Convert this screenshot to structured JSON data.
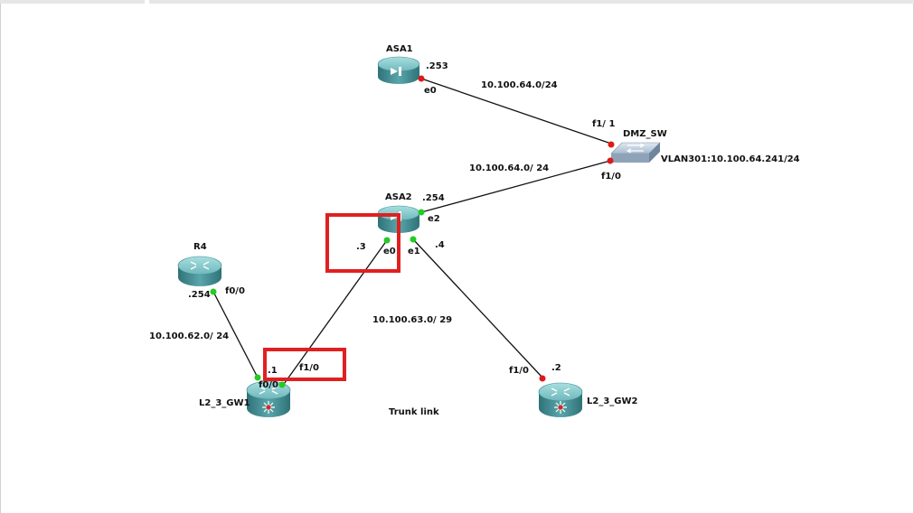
{
  "colors": {
    "link": "#111111",
    "port_down": "#e01818",
    "port_up": "#22cc22",
    "highlight": "#e02020",
    "device_top": "#7ec5c8",
    "device_side": "#3f8c92"
  },
  "devices": {
    "asa1": {
      "name": "ASA1",
      "icon": "firewall-icon"
    },
    "asa2": {
      "name": "ASA2",
      "icon": "firewall-icon"
    },
    "dmz_sw": {
      "name": "DMZ_SW",
      "icon": "switch-icon",
      "vlan": "VLAN301:10.100.64.241/24"
    },
    "r4": {
      "name": "R4",
      "icon": "router-icon"
    },
    "gw1": {
      "name": "L2_3_GW1",
      "icon": "multilayer-switch-icon"
    },
    "gw2": {
      "name": "L2_3_GW2",
      "icon": "multilayer-switch-icon"
    }
  },
  "interfaces": {
    "asa1_e0": "e0",
    "asa1_ip": ".253",
    "dmz_f11": "f1/ 1",
    "dmz_f10": "f1/0",
    "asa2_ip_e2": ".254",
    "asa2_e2": "e2",
    "asa2_ip_e0": ".3",
    "asa2_e0": "e0",
    "asa2_e1": "e1",
    "asa2_ip_e1": ".4",
    "r4_ip": ".254",
    "r4_f00": "f0/0",
    "gw1_ip": ".1",
    "gw1_f10": "f1/0",
    "gw1_f00": "f0/0",
    "gw2_f10": "f1/0",
    "gw2_ip": ".2"
  },
  "networks": {
    "net_asa1_dmz": "10.100.64.0/24",
    "net_asa2_dmz": "10.100.64.0/ 24",
    "net_r4_gw1": "10.100.62.0/ 24",
    "net_asa2_gw": "10.100.63.0/ 29",
    "trunk": "Trunk link"
  }
}
